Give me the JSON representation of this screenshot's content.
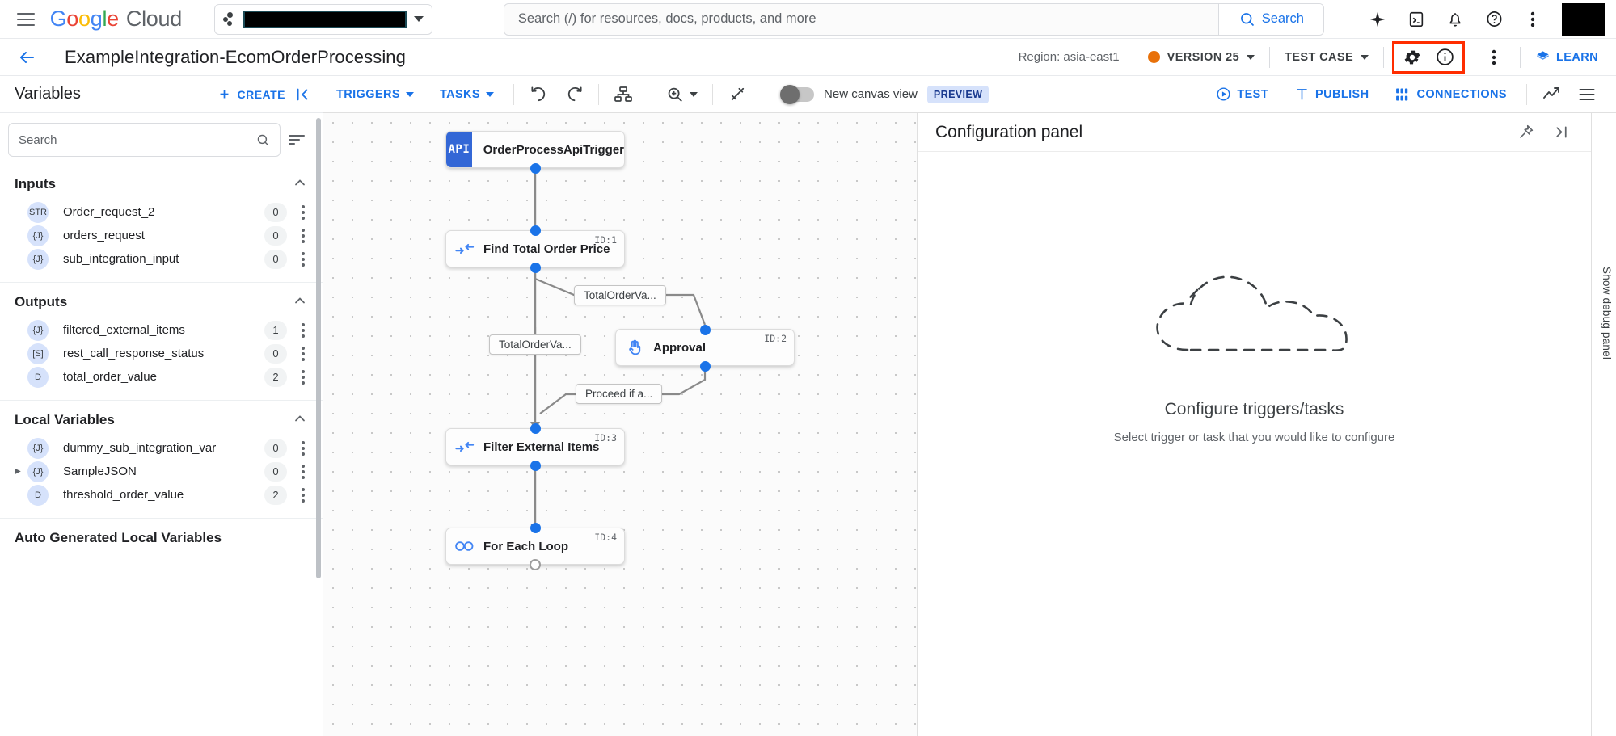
{
  "topbar": {
    "menu_icon": "hamburger-icon",
    "logo": {
      "google": "Google",
      "cloud": "Cloud"
    },
    "project_selector": {
      "value": "",
      "redacted": true,
      "icon": "project-dots-icon"
    },
    "search": {
      "placeholder": "Search (/) for resources, docs, products, and more",
      "button_label": "Search",
      "icon": "search-icon"
    },
    "icons": [
      "gemini-sparkle-icon",
      "cloud-shell-icon",
      "notifications-bell-icon",
      "help-question-icon",
      "kebab-menu-icon"
    ],
    "avatar": {
      "redacted": true
    }
  },
  "page_header": {
    "back_icon": "back-arrow-icon",
    "title": "ExampleIntegration-EcomOrderProcessing",
    "region": "Region: asia-east1",
    "version": {
      "label": "VERSION 25",
      "status_color": "#E8710A"
    },
    "test_case": {
      "label": "TEST CASE"
    },
    "highlighted_icons": [
      "settings-gear-icon",
      "info-circle-icon"
    ],
    "highlight_color": "#ff2d00",
    "overflow_icon": "kebab-menu-icon",
    "learn": {
      "label": "LEARN",
      "icon": "learn-book-icon",
      "color": "#1a73e8"
    }
  },
  "variables_panel": {
    "title": "Variables",
    "create_label": "CREATE",
    "collapse_icon": "collapse-panel-icon",
    "search": {
      "placeholder": "Search",
      "icon": "search-icon"
    },
    "sort_icon": "sort-filter-icon",
    "sections": [
      {
        "title": "Inputs",
        "expanded": true,
        "items": [
          {
            "type": "STR",
            "name": "Order_request_2",
            "count": "0",
            "expandable": false
          },
          {
            "type": "{J}",
            "name": "orders_request",
            "count": "0",
            "expandable": false
          },
          {
            "type": "{J}",
            "name": "sub_integration_input",
            "count": "0",
            "expandable": false
          }
        ]
      },
      {
        "title": "Outputs",
        "expanded": true,
        "items": [
          {
            "type": "{J}",
            "name": "filtered_external_items",
            "count": "1",
            "expandable": false
          },
          {
            "type": "[S]",
            "name": "rest_call_response_status",
            "count": "0",
            "expandable": false
          },
          {
            "type": "D",
            "name": "total_order_value",
            "count": "2",
            "expandable": false
          }
        ]
      },
      {
        "title": "Local Variables",
        "expanded": true,
        "items": [
          {
            "type": "{J}",
            "name": "dummy_sub_integration_var",
            "count": "0",
            "expandable": false
          },
          {
            "type": "{J}",
            "name": "SampleJSON",
            "count": "0",
            "expandable": true
          },
          {
            "type": "D",
            "name": "threshold_order_value",
            "count": "2",
            "expandable": false
          }
        ]
      },
      {
        "title": "Auto Generated Local Variables",
        "expanded": true,
        "items": []
      }
    ]
  },
  "canvas_toolbar": {
    "triggers": "TRIGGERS",
    "tasks": "TASKS",
    "undo_icon": "undo-icon",
    "redo_icon": "redo-icon",
    "layout_icon": "auto-layout-icon",
    "zoom_icon": "zoom-icon",
    "pen_icon": "edit-pen-icon",
    "new_canvas_toggle": {
      "label": "New canvas view",
      "badge": "PREVIEW",
      "state": "off"
    },
    "test": "TEST",
    "publish": "PUBLISH",
    "connections": "CONNECTIONS",
    "test_icon": "play-circle-icon",
    "publish_icon": "publish-icon",
    "connections_icon": "connections-icon",
    "analytics_icon": "analytics-chart-icon",
    "list_icon": "list-view-icon"
  },
  "canvas": {
    "nodes": [
      {
        "id": "",
        "label": "OrderProcessApiTrigger",
        "kind": "api-trigger",
        "icon": "API"
      },
      {
        "id": "ID:1",
        "label": "Find Total Order Price",
        "kind": "task",
        "icon": "mapping-arrows-icon"
      },
      {
        "id": "ID:2",
        "label": "Approval",
        "kind": "task",
        "icon": "approval-hand-icon"
      },
      {
        "id": "ID:3",
        "label": "Filter External Items",
        "kind": "task",
        "icon": "mapping-arrows-icon"
      },
      {
        "id": "ID:4",
        "label": "For Each Loop",
        "kind": "task",
        "icon": "loop-infinity-icon"
      }
    ],
    "edge_labels": [
      "TotalOrderVa...",
      "TotalOrderVa...",
      "Proceed if a..."
    ]
  },
  "config_panel": {
    "title": "Configuration panel",
    "pin_icon": "pin-icon",
    "expand_icon": "expand-panel-icon",
    "empty_title": "Configure triggers/tasks",
    "empty_subtitle": "Select trigger or task that you would like to configure",
    "empty_icon": "dashed-cloud-icon"
  },
  "debug_rail": {
    "label": "Show debug panel"
  }
}
